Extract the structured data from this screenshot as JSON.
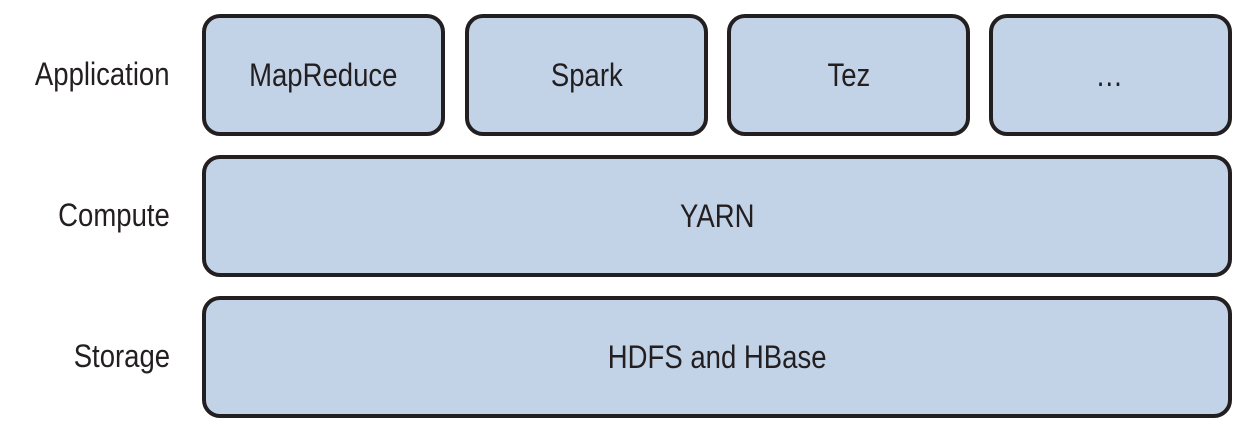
{
  "layers": {
    "application": {
      "label": "Application",
      "items": [
        {
          "label": "MapReduce"
        },
        {
          "label": "Spark"
        },
        {
          "label": "Tez"
        },
        {
          "label": "…"
        }
      ]
    },
    "compute": {
      "label": "Compute",
      "component": "YARN"
    },
    "storage": {
      "label": "Storage",
      "component": "HDFS and HBase"
    }
  },
  "colors": {
    "box_fill": "#c2d3e8",
    "box_border": "#231f20",
    "text": "#231f20"
  }
}
